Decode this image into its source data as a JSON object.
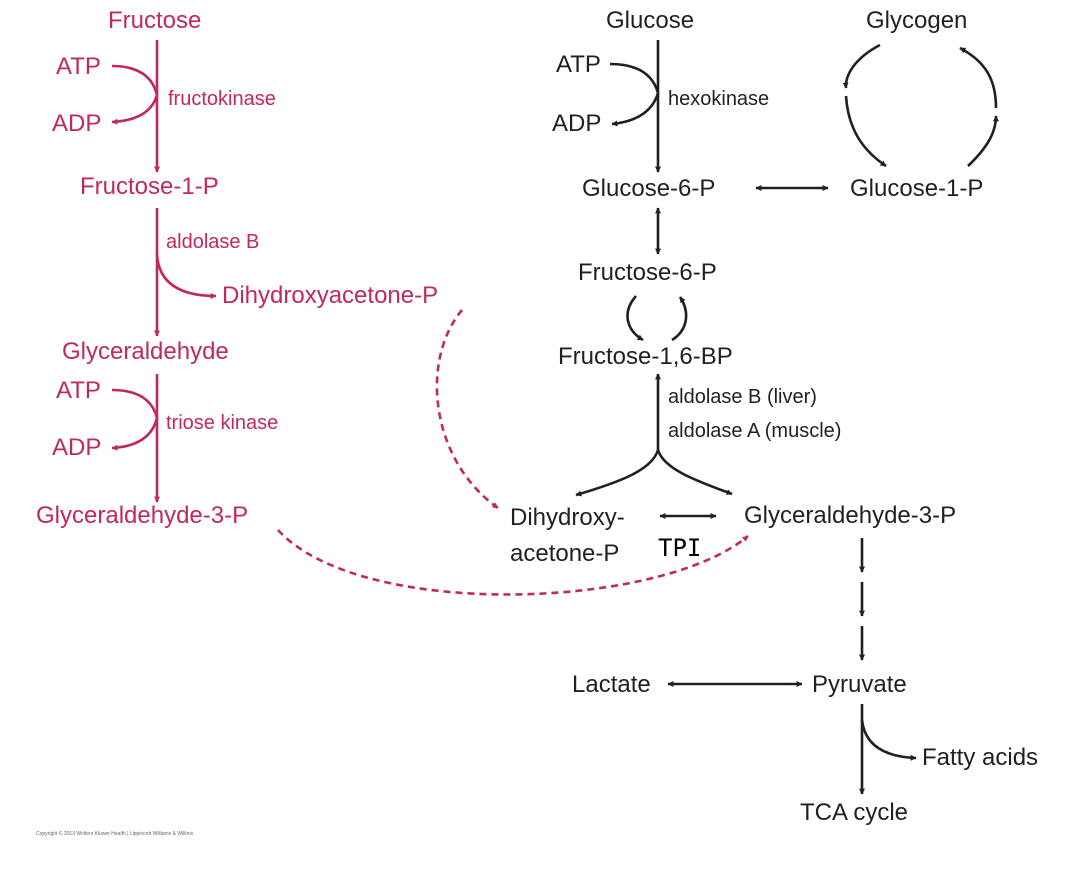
{
  "colors": {
    "fructose_pathway": "#c0285f",
    "glycolysis_pathway": "#231f20"
  },
  "fructose_pathway": {
    "fructose": "Fructose",
    "atp": "ATP",
    "adp": "ADP",
    "fructokinase": "fructokinase",
    "fructose_1_p": "Fructose-1-P",
    "aldolase_b": "aldolase B",
    "dihydroxyacetone_p": "Dihydroxyacetone-P",
    "glyceraldehyde": "Glyceraldehyde",
    "atp2": "ATP",
    "adp2": "ADP",
    "triose_kinase": "triose kinase",
    "glyceraldehyde_3_p": "Glyceraldehyde-3-P"
  },
  "glycolysis": {
    "glucose": "Glucose",
    "atp": "ATP",
    "adp": "ADP",
    "hexokinase": "hexokinase",
    "glucose_6_p": "Glucose-6-P",
    "glycogen": "Glycogen",
    "glucose_1_p": "Glucose-1-P",
    "fructose_6_p": "Fructose-6-P",
    "fructose_16_bp": "Fructose-1,6-BP",
    "aldolase_b_liver": "aldolase B (liver)",
    "aldolase_a_muscle": "aldolase A (muscle)",
    "dhap_line1": "Dihydroxy-",
    "dhap_line2": "acetone-P",
    "tpi": "TPI",
    "glyceraldehyde_3_p": "Glyceraldehyde-3-P",
    "lactate": "Lactate",
    "pyruvate": "Pyruvate",
    "fatty_acids": "Fatty acids",
    "tca_cycle": "TCA cycle"
  },
  "copyright": "Copyright © 2013 Wolters Kluwer Health | Lippincott Williams & Wilkins"
}
